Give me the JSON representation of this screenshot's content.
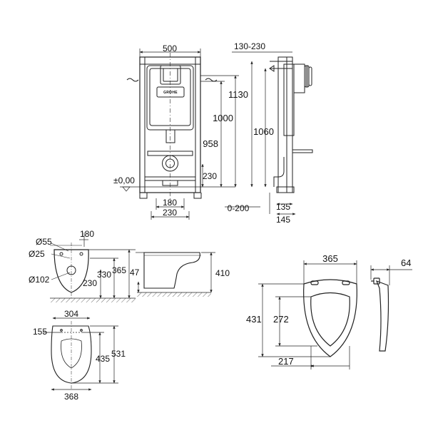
{
  "frame_view": {
    "width_label": "500",
    "depth_range_label": "130-230",
    "height_1130": "1130",
    "height_1000": "1000",
    "height_958": "958",
    "height_1060": "1060",
    "floor_label": "±0,00",
    "offset_230": "230",
    "bottom_180": "180",
    "bottom_230": "230",
    "bottom_range": "0-200",
    "side_135": "135",
    "side_145": "145",
    "logo": "GROHE"
  },
  "bowl_side_view": {
    "d55": "Ø55",
    "d25": "Ø25",
    "d102": "Ø102",
    "w180": "180",
    "h330": "330",
    "h365": "365",
    "h230": "230",
    "h47": "47",
    "h410": "410"
  },
  "bowl_top_view": {
    "w304": "304",
    "w155": "155",
    "l435": "435",
    "l531": "531",
    "w368": "368"
  },
  "seat_view": {
    "w365": "365",
    "w64": "64",
    "l431": "431",
    "l272": "272",
    "w217": "217"
  },
  "colors": {
    "line": "#222222",
    "background": "#ffffff"
  }
}
